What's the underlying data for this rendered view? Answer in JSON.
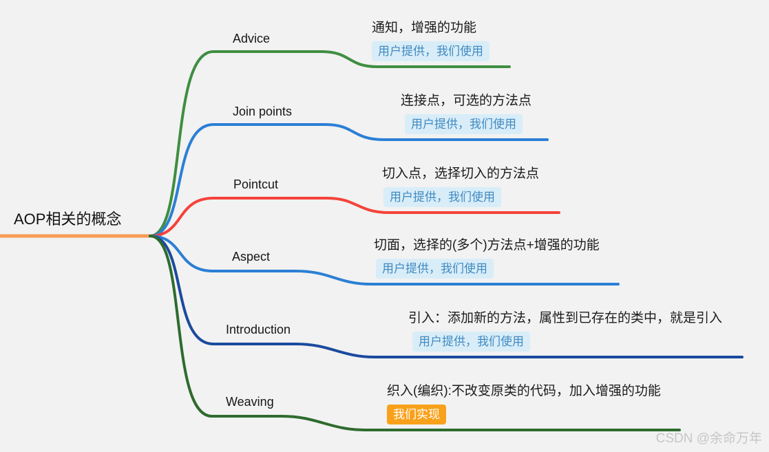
{
  "background": "#f2f2f2",
  "root": {
    "label": "AOP相关的概念",
    "color": "#f79b52"
  },
  "branches": [
    {
      "name": "Advice",
      "desc": "通知，增强的功能",
      "badge": "用户提供，我们使用",
      "badge_style": "info",
      "color": "#3f8e41"
    },
    {
      "name": "Join points",
      "desc": "连接点，可选的方法点",
      "badge": "用户提供，我们使用",
      "badge_style": "info",
      "color": "#2b7fd5"
    },
    {
      "name": "Pointcut",
      "desc": "切入点，选择切入的方法点",
      "badge": "用户提供，我们使用",
      "badge_style": "info",
      "color": "#f4433a"
    },
    {
      "name": "Aspect",
      "desc": "切面，选择的(多个)方法点+增强的功能",
      "badge": "用户提供，我们使用",
      "badge_style": "info",
      "color": "#2b7fd5"
    },
    {
      "name": "Introduction",
      "desc": "引入：添加新的方法，属性到已存在的类中，就是引入",
      "badge": "用户提供，我们使用",
      "badge_style": "info",
      "color": "#1b4a9e"
    },
    {
      "name": "Weaving",
      "desc": "织入(编织):不改变原类的代码，加入增强的功能",
      "badge": "我们实现",
      "badge_style": "accent",
      "color": "#2e6b2e"
    }
  ],
  "badge_colors": {
    "info_bg": "#d8edf8",
    "info_text": "#418ac1",
    "accent_bg": "#f9a11b",
    "accent_text": "#ffffff"
  },
  "watermark": "CSDN @余命万年"
}
